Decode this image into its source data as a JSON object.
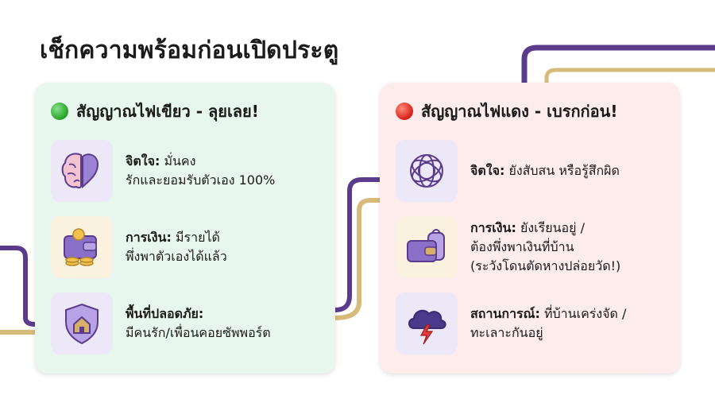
{
  "title": "เช็กความพร้อมก่อนเปิดประตู",
  "colors": {
    "green_card": "#e8f7ee",
    "red_card": "#fdecec",
    "purple": "#5b3c8c",
    "gold": "#d8bb7a",
    "icon_purple": "#9b83d4"
  },
  "green": {
    "heading": "สัญญาณไฟเขียว - ลุยเลย!",
    "items": [
      {
        "icon": "brain-heart-icon",
        "label": "จิตใจ:",
        "lines": [
          " มั่นคง",
          "รักและยอมรับตัวเอง 100%"
        ]
      },
      {
        "icon": "wallet-coins-icon",
        "label": "การเงิน:",
        "lines": [
          " มีรายได้",
          "พึ่งพาตัวเองได้แล้ว"
        ]
      },
      {
        "icon": "shield-home-icon",
        "label": "พื้นที่ปลอดภัย:",
        "lines": [
          "",
          "มีคนรัก/เพื่อนคอยซัพพอร์ต"
        ]
      }
    ]
  },
  "red": {
    "heading": "สัญญาณไฟแดง - เบรกก่อน!",
    "items": [
      {
        "icon": "tangled-scribble-icon",
        "label": "จิตใจ:",
        "lines": [
          " ยังสับสน หรือรู้สึกผิด"
        ]
      },
      {
        "icon": "wallet-backpack-icon",
        "label": "การเงิน:",
        "lines": [
          " ยังเรียนอยู่ /",
          "ต้องพึ่งพาเงินที่บ้าน",
          "(ระวังโดนตัดหางปล่อยวัด!)"
        ]
      },
      {
        "icon": "storm-cloud-icon",
        "label": "สถานการณ์:",
        "lines": [
          " ที่บ้านเคร่งจัด /",
          "ทะเลาะกันอยู่"
        ]
      }
    ]
  }
}
